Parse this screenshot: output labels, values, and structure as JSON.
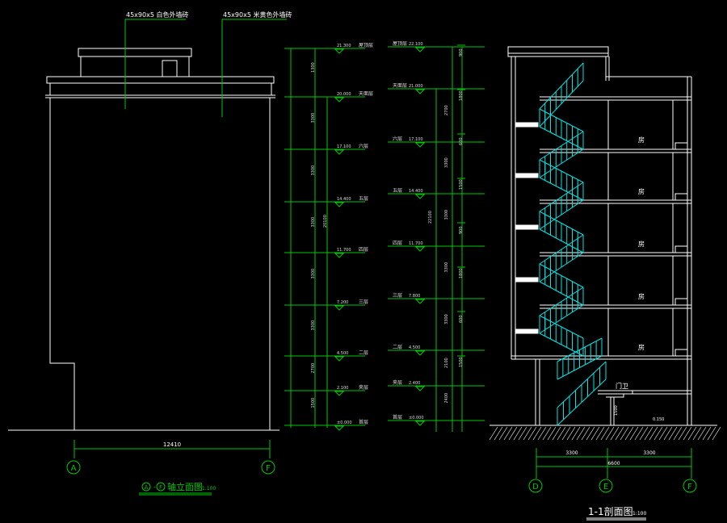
{
  "colors": {
    "background": "#000000",
    "outline": "#ffffff",
    "dimension": "#00c800",
    "stair": "#00e5e5",
    "axis_bubble": "#00c800",
    "text": "#ffffff",
    "level_text": "#dddddd"
  },
  "elevation": {
    "material_notes": [
      "45x90x5  白色外墙砖",
      "45x90x5  米黄色外墙砖"
    ],
    "overall_dim": "12410",
    "axis_left": "A",
    "axis_right": "F",
    "title_axes": [
      "A",
      "F"
    ],
    "title": "轴立面图",
    "scale": "1:100"
  },
  "elevation_levels": [
    {
      "value": "21.300",
      "name": "屋顶层"
    },
    {
      "value": "20.000",
      "name": "天面层"
    },
    {
      "value": "17.100",
      "name": "六层"
    },
    {
      "value": "14.400",
      "name": "五层"
    },
    {
      "value": "11.700",
      "name": "四层"
    },
    {
      "value": "7.200",
      "name": "三层"
    },
    {
      "value": "4.500",
      "name": "二层"
    },
    {
      "value": "2.100",
      "name": "夹层"
    },
    {
      "value": "±0.000",
      "name": "首层"
    }
  ],
  "elevation_segment_dims": [
    "1300",
    "3300",
    "3300",
    "3300",
    "3300",
    "3300",
    "2700",
    "1500"
  ],
  "elevation_total_dim": "20100",
  "section_levels": [
    {
      "value": "22.100",
      "name": "屋顶层"
    },
    {
      "value": "21.000",
      "name": "天面层"
    },
    {
      "value": "17.100",
      "name": "六层"
    },
    {
      "value": "14.400",
      "name": "五层"
    },
    {
      "value": "11.700",
      "name": "四层"
    },
    {
      "value": "7.800",
      "name": "三层"
    },
    {
      "value": "4.500",
      "name": "二层"
    },
    {
      "value": "2.400",
      "name": "夹层"
    },
    {
      "value": "±0.000",
      "name": "首层"
    }
  ],
  "section_segment_dims": [
    "2700",
    "3300",
    "3300",
    "3300",
    "3300",
    "2100",
    "2400"
  ],
  "section_small_dims": [
    "900",
    "1800",
    "600",
    "1500",
    "900",
    "1800",
    "600",
    "1500"
  ],
  "section_total_dim": "22100",
  "section": {
    "room_label": "房",
    "passage_label": "门卫",
    "step_label": "0.150",
    "door_label": "1500",
    "dims_top": [
      "3300",
      "3300"
    ],
    "overall_dim": "6600",
    "axes": [
      "D",
      "E",
      "F"
    ],
    "title": "1-1剖面图",
    "scale": "1:100"
  }
}
